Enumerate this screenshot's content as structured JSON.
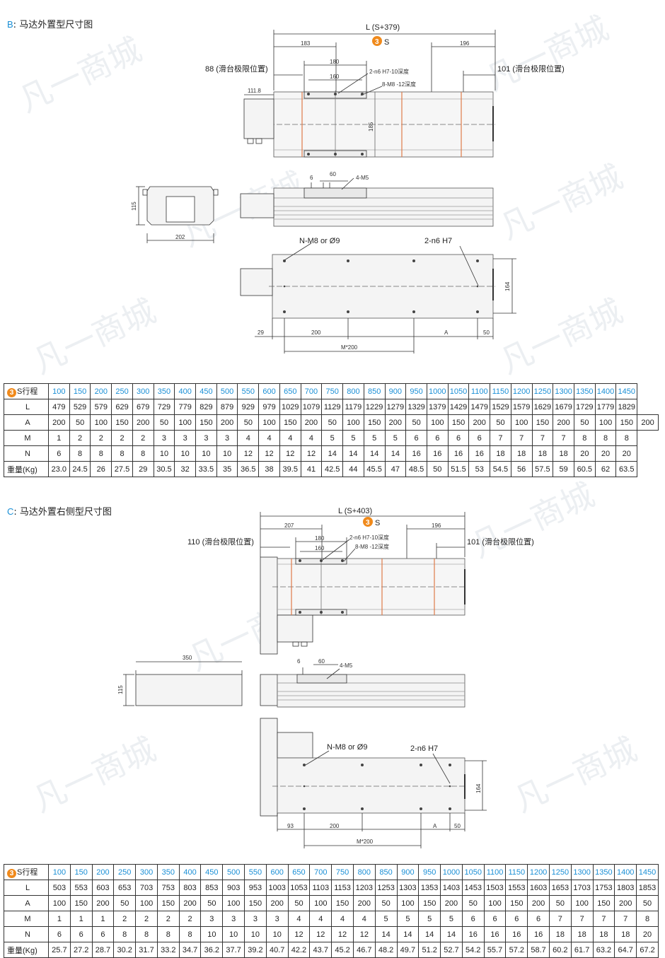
{
  "watermark": "凡一商城",
  "sectionB": {
    "letter": "B",
    "title": "马达外置型尺寸图",
    "drawing": {
      "total_length": "L (S+379)",
      "stroke_label": "S",
      "dim_183": "183",
      "dim_196": "196",
      "dim_180": "180",
      "dim_160": "160",
      "limit_left": "88 (滑台极限位置)",
      "limit_right": "101 (滑台极限位置)",
      "note_pin": "2-n6 H7-10深度",
      "note_bolt": "8-M8 -12深度",
      "dim_111": "111.8",
      "dim_185": "185",
      "dim_6": "6",
      "dim_60": "60",
      "note_m5": "4-M5",
      "dim_115": "115",
      "dim_202": "202",
      "note_holes": "N-M8 or Ø9",
      "note_pins": "2-n6 H7",
      "dim_164": "164",
      "dim_29": "29",
      "dim_200": "200",
      "dim_A": "A",
      "dim_50": "50",
      "dim_M200": "M*200"
    },
    "table": {
      "header": "S行程",
      "strokes": [
        "100",
        "150",
        "200",
        "250",
        "300",
        "350",
        "400",
        "450",
        "500",
        "550",
        "600",
        "650",
        "700",
        "750",
        "800",
        "850",
        "900",
        "950",
        "1000",
        "1050",
        "1100",
        "1150",
        "1200",
        "1250",
        "1300",
        "1350",
        "1400",
        "1450"
      ],
      "rows": [
        {
          "label": "L",
          "values": [
            "479",
            "529",
            "579",
            "629",
            "679",
            "729",
            "779",
            "829",
            "879",
            "929",
            "979",
            "1029",
            "1079",
            "1129",
            "1179",
            "1229",
            "1279",
            "1329",
            "1379",
            "1429",
            "1479",
            "1529",
            "1579",
            "1629",
            "1679",
            "1729",
            "1779",
            "1829"
          ]
        },
        {
          "label": "A",
          "values": [
            "200",
            "50",
            "100",
            "150",
            "200",
            "50",
            "100",
            "150",
            "200",
            "50",
            "100",
            "150",
            "200",
            "50",
            "100",
            "150",
            "200",
            "50",
            "100",
            "150",
            "200",
            "50",
            "100",
            "150",
            "200",
            "50",
            "100",
            "150",
            "200"
          ]
        },
        {
          "label": "M",
          "values": [
            "1",
            "2",
            "2",
            "2",
            "2",
            "3",
            "3",
            "3",
            "3",
            "4",
            "4",
            "4",
            "4",
            "5",
            "5",
            "5",
            "5",
            "6",
            "6",
            "6",
            "6",
            "7",
            "7",
            "7",
            "7",
            "8",
            "8",
            "8"
          ]
        },
        {
          "label": "N",
          "values": [
            "6",
            "8",
            "8",
            "8",
            "8",
            "10",
            "10",
            "10",
            "10",
            "12",
            "12",
            "12",
            "12",
            "14",
            "14",
            "14",
            "14",
            "16",
            "16",
            "16",
            "16",
            "18",
            "18",
            "18",
            "18",
            "20",
            "20",
            "20"
          ]
        },
        {
          "label": "重量(Kg)",
          "values": [
            "23.0",
            "24.5",
            "26",
            "27.5",
            "29",
            "30.5",
            "32",
            "33.5",
            "35",
            "36.5",
            "38",
            "39.5",
            "41",
            "42.5",
            "44",
            "45.5",
            "47",
            "48.5",
            "50",
            "51.5",
            "53",
            "54.5",
            "56",
            "57.5",
            "59",
            "60.5",
            "62",
            "63.5"
          ]
        }
      ]
    }
  },
  "sectionC": {
    "letter": "C",
    "title": "马达外置右侧型尺寸图",
    "drawing": {
      "total_length": "L (S+403)",
      "stroke_label": "S",
      "dim_207": "207",
      "dim_196": "196",
      "dim_180": "180",
      "dim_160": "160",
      "limit_left": "110 (滑台极限位置)",
      "limit_right": "101 (滑台极限位置)",
      "note_pin": "2-n6 H7-10深度",
      "note_bolt": "8-M8 -12深度",
      "dim_350": "350",
      "dim_115": "115",
      "dim_6": "6",
      "dim_60": "60",
      "note_m5": "4-M5",
      "note_holes": "N-M8 or Ø9",
      "note_pins": "2-n6 H7",
      "dim_164": "164",
      "dim_93": "93",
      "dim_200": "200",
      "dim_A": "A",
      "dim_50": "50",
      "dim_M200": "M*200"
    },
    "table": {
      "header": "S行程",
      "strokes": [
        "100",
        "150",
        "200",
        "250",
        "300",
        "350",
        "400",
        "450",
        "500",
        "550",
        "600",
        "650",
        "700",
        "750",
        "800",
        "850",
        "900",
        "950",
        "1000",
        "1050",
        "1100",
        "1150",
        "1200",
        "1250",
        "1300",
        "1350",
        "1400",
        "1450"
      ],
      "rows": [
        {
          "label": "L",
          "values": [
            "503",
            "553",
            "603",
            "653",
            "703",
            "753",
            "803",
            "853",
            "903",
            "953",
            "1003",
            "1053",
            "1103",
            "1153",
            "1203",
            "1253",
            "1303",
            "1353",
            "1403",
            "1453",
            "1503",
            "1553",
            "1603",
            "1653",
            "1703",
            "1753",
            "1803",
            "1853"
          ]
        },
        {
          "label": "A",
          "values": [
            "100",
            "150",
            "200",
            "50",
            "100",
            "150",
            "200",
            "50",
            "100",
            "150",
            "200",
            "50",
            "100",
            "150",
            "200",
            "50",
            "100",
            "150",
            "200",
            "50",
            "100",
            "150",
            "200",
            "50",
            "100",
            "150",
            "200",
            "50"
          ]
        },
        {
          "label": "M",
          "values": [
            "1",
            "1",
            "1",
            "2",
            "2",
            "2",
            "2",
            "3",
            "3",
            "3",
            "3",
            "4",
            "4",
            "4",
            "4",
            "5",
            "5",
            "5",
            "5",
            "6",
            "6",
            "6",
            "6",
            "7",
            "7",
            "7",
            "7",
            "8"
          ]
        },
        {
          "label": "N",
          "values": [
            "6",
            "6",
            "6",
            "8",
            "8",
            "8",
            "8",
            "10",
            "10",
            "10",
            "10",
            "12",
            "12",
            "12",
            "12",
            "14",
            "14",
            "14",
            "14",
            "16",
            "16",
            "16",
            "16",
            "18",
            "18",
            "18",
            "18",
            "20"
          ]
        },
        {
          "label": "重量(Kg)",
          "values": [
            "25.7",
            "27.2",
            "28.7",
            "30.2",
            "31.7",
            "33.2",
            "34.7",
            "36.2",
            "37.7",
            "39.2",
            "40.7",
            "42.2",
            "43.7",
            "45.2",
            "46.7",
            "48.2",
            "49.7",
            "51.2",
            "52.7",
            "54.2",
            "55.7",
            "57.2",
            "58.7",
            "60.2",
            "61.7",
            "63.2",
            "64.7",
            "67.2"
          ]
        }
      ]
    }
  }
}
